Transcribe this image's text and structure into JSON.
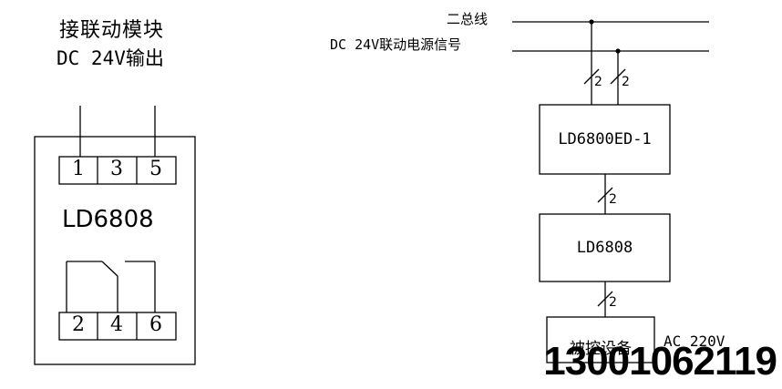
{
  "module": {
    "title_line1": "接联动模块",
    "title_line2": "DC 24V输出",
    "model": "LD6808",
    "top_terminals": [
      "1",
      "3",
      "5"
    ],
    "bottom_terminals": [
      "2",
      "4",
      "6"
    ]
  },
  "bus": {
    "line1_label": "二总线",
    "line2_label": "DC 24V联动电源信号"
  },
  "blocks": {
    "block1": "LD6800ED-1",
    "block2": "LD6808",
    "block3": "被控设备"
  },
  "wire_counts": [
    "2",
    "2",
    "2",
    "2"
  ],
  "supply_label": "AC 220V",
  "phone": "13001062119"
}
